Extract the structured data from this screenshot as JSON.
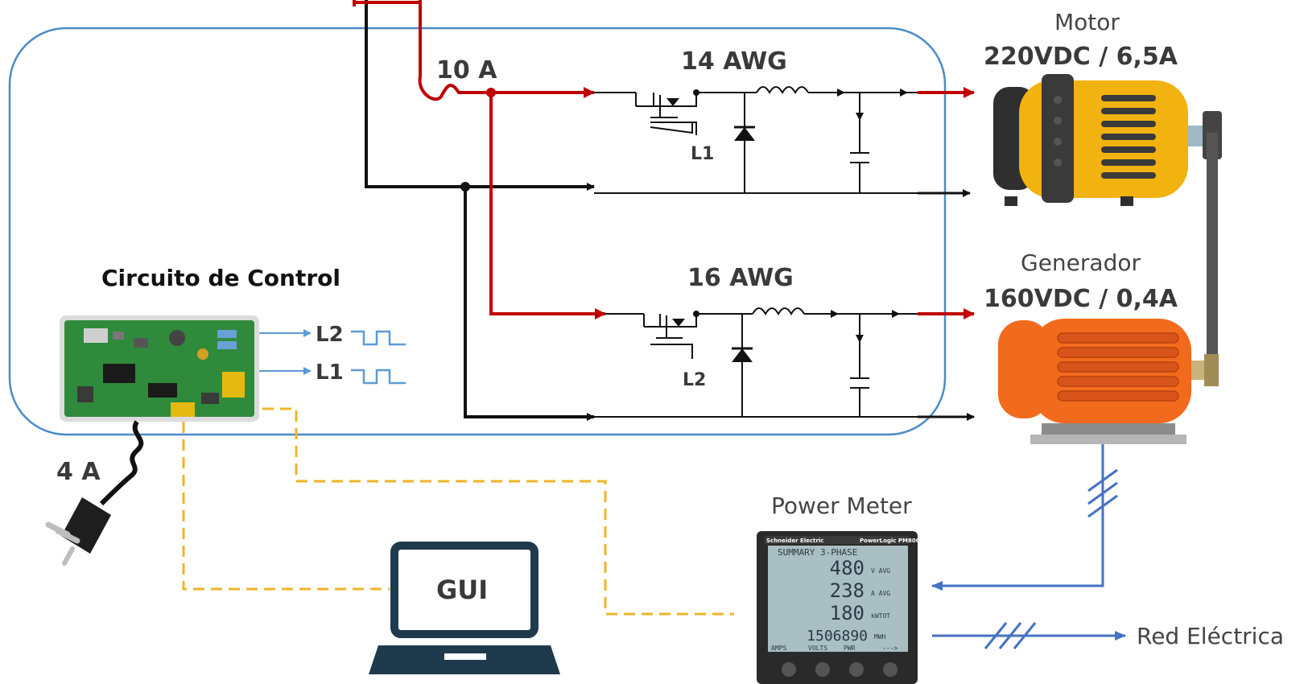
{
  "wire_labels": {
    "fuse_current": "10 A",
    "input_current": "4 A"
  },
  "converter_top": {
    "gauge": "14 AWG",
    "switch_label": "L1"
  },
  "converter_bottom": {
    "gauge": "16 AWG",
    "switch_label": "L2"
  },
  "motor": {
    "title": "Motor",
    "rating": "220VDC / 6,5A"
  },
  "generator": {
    "title": "Generador",
    "rating": "160VDC / 0,4A"
  },
  "control": {
    "title": "Circuito de Control",
    "signal_1": "L2",
    "signal_2": "L1"
  },
  "laptop": {
    "screen_label": "GUI"
  },
  "power_meter": {
    "title": "Power Meter",
    "brand": "Schneider Electric",
    "model": "PowerLogic PM800",
    "lcd_header": "SUMMARY 3-PHASE",
    "readings": [
      {
        "value": "480",
        "unit": "V AVG"
      },
      {
        "value": "238",
        "unit": "A AVG"
      },
      {
        "value": "180",
        "unit": "kWTOT"
      },
      {
        "value": "1506890",
        "unit": "MWH"
      }
    ],
    "softkeys": [
      "AMPS",
      "VOLTS",
      "PWR",
      "--->"
    ]
  },
  "grid": {
    "label": "Red Eléctrica"
  },
  "colors": {
    "boundary": "#4a8cc8",
    "power_red": "#c00000",
    "data_link": "#f0b429",
    "meter_link": "#4472c4",
    "motor_body": "#f2b20f",
    "generator_body": "#f26b1d"
  }
}
